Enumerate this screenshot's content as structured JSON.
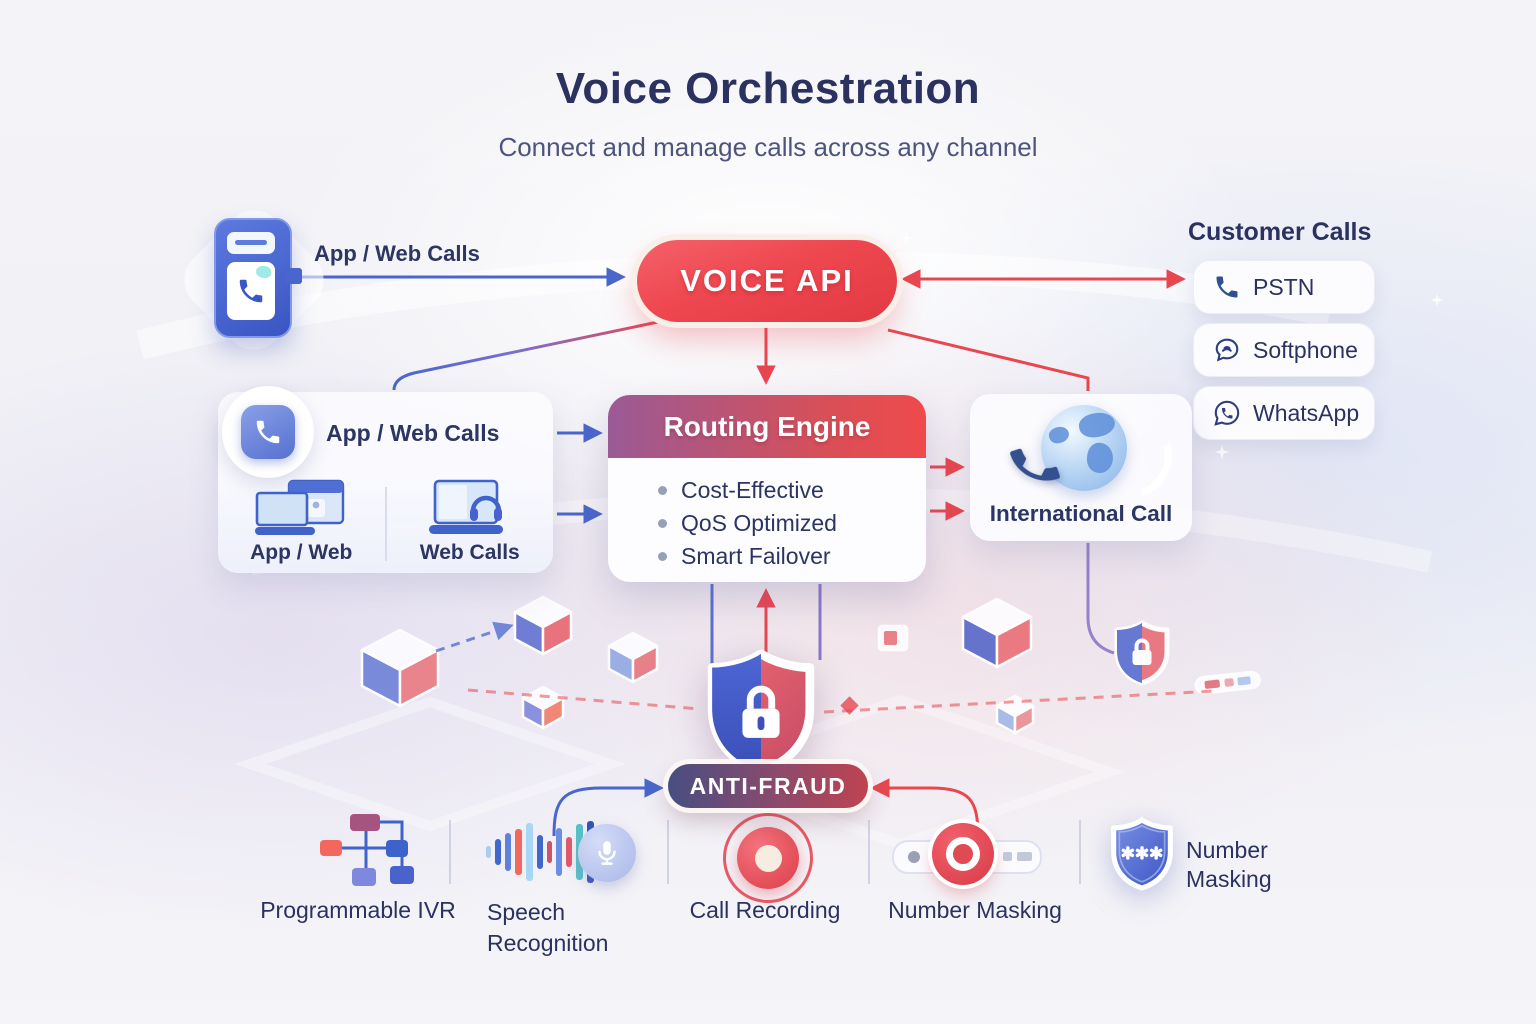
{
  "header": {
    "title": "Voice Orchestration",
    "subtitle": "Connect and manage calls across any channel"
  },
  "voice_api": {
    "label": "VOICE API"
  },
  "app_web_calls_arrow_label": "App / Web Calls",
  "sources_card": {
    "title": "App / Web Calls",
    "cells": [
      {
        "label": "App / Web",
        "icon": "laptop-window-icon"
      },
      {
        "label": "Web Calls",
        "icon": "laptop-headset-icon"
      }
    ]
  },
  "routing_engine": {
    "title": "Routing Engine",
    "bullets": [
      "Cost-Effective",
      "QoS Optimized",
      "Smart Failover"
    ]
  },
  "international_call": {
    "label": "International Call",
    "icon": "globe-phone-icon"
  },
  "customer_calls": {
    "title": "Customer Calls",
    "channels": [
      {
        "label": "PSTN",
        "icon": "phone-icon"
      },
      {
        "label": "Softphone",
        "icon": "softphone-bubble-icon"
      },
      {
        "label": "WhatsApp",
        "icon": "whatsapp-icon"
      }
    ]
  },
  "anti_fraud": {
    "label": "ANTI-FRAUD",
    "icon": "shield-lock-icon"
  },
  "features": [
    {
      "label": "Programmable IVR",
      "icon": "flowchart-icon"
    },
    {
      "label": "Speech Recognition",
      "icon": "waveform-mic-icon"
    },
    {
      "label": "Call Recording",
      "icon": "record-icon"
    },
    {
      "label": "Number Masking",
      "icon": "masking-slider-icon"
    },
    {
      "label": "Number Masking",
      "icon": "shield-asterisks-icon"
    }
  ],
  "icons": {
    "top_left": "smartphone-icon",
    "sources_badge": "phone-app-icon",
    "center": "shield-lock-icon"
  },
  "colors": {
    "accent_red": "#e8474f",
    "accent_blue": "#4a66cc",
    "navy_text": "#2b3260",
    "header_purple": "#9a5a96",
    "pill_navy": "#474e82"
  }
}
